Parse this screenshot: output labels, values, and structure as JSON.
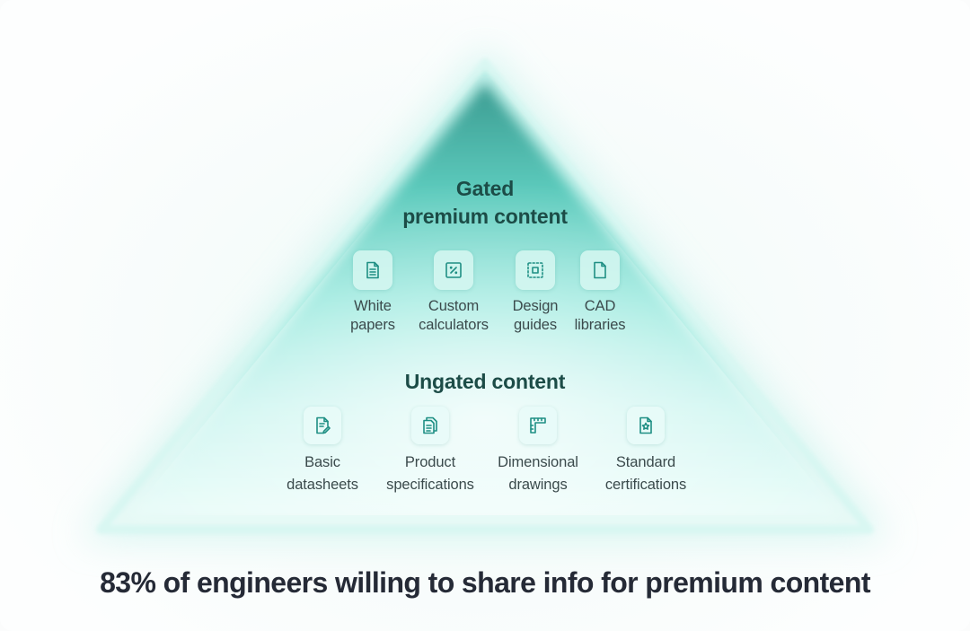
{
  "gated": {
    "title_line1": "Gated",
    "title_line2": "premium content",
    "items": [
      {
        "line1": "White",
        "line2": "papers",
        "icon": "document-icon"
      },
      {
        "line1": "Custom",
        "line2": "calculators",
        "icon": "calculator-icon"
      },
      {
        "line1": "Design",
        "line2": "guides",
        "icon": "design-frame-icon"
      },
      {
        "line1": "CAD",
        "line2": "libraries",
        "icon": "file-icon"
      }
    ]
  },
  "ungated": {
    "title": "Ungated content",
    "items": [
      {
        "line1": "Basic",
        "line2": "datasheets",
        "icon": "document-edit-icon"
      },
      {
        "line1": "Product",
        "line2": "specifications",
        "icon": "documents-icon"
      },
      {
        "line1": "Dimensional",
        "line2": "drawings",
        "icon": "ruler-icon"
      },
      {
        "line1": "Standard",
        "line2": "certifications",
        "icon": "certificate-icon"
      }
    ]
  },
  "headline": "83% of engineers willing to share info for premium content",
  "colors": {
    "title_text": "#1c4c47",
    "label_text": "#3b4a4c",
    "headline_text": "#252a36",
    "apex_teal": "#3b9b91",
    "mid_teal": "#7fe0d2",
    "base_mint": "#e6fbf8",
    "icon_stroke": "#1f8f84"
  }
}
